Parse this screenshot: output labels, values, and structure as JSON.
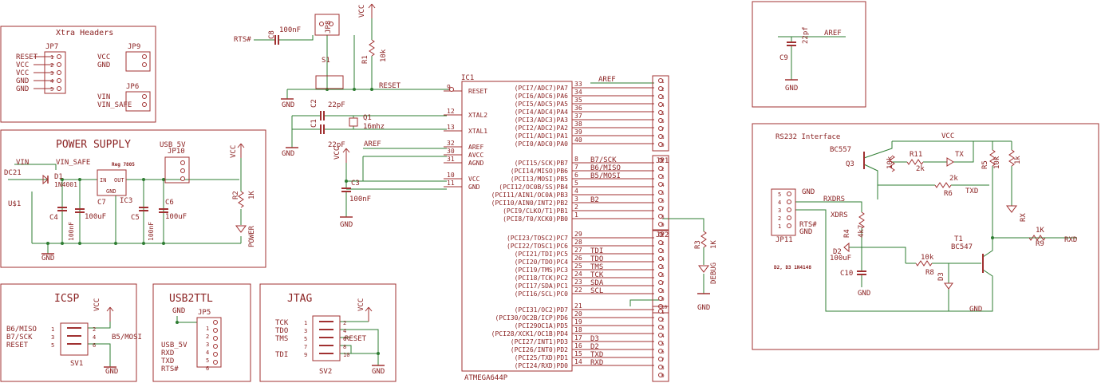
{
  "colors": {
    "frame": "#a03030",
    "wire": "#2e7d32",
    "text": "#8b2323",
    "pin": "#a03030"
  },
  "blocks": {
    "xtra": {
      "title": "Xtra Headers",
      "jp7": "JP7",
      "jp7_pins": [
        "RESET",
        "VCC",
        "VCC",
        "GND",
        "GND"
      ],
      "jp9": "JP9",
      "jp9_pins": [
        "VCC",
        "GND"
      ],
      "jp6": "JP6",
      "jp6_pins": [
        "VIN",
        "VIN_SAFE"
      ]
    },
    "power": {
      "title": "POWER SUPPLY",
      "vin": "VIN",
      "vin_safe": "VIN_SAFE",
      "dc": "DC21",
      "d1": "D1",
      "d1v": "1N4001",
      "reg": "Reg 7805",
      "in": "IN",
      "out": "OUT",
      "gnd": "GND",
      "ic3": "IC3",
      "usb5v": "USB_5V",
      "jp10": "JP10",
      "vcc": "VCC",
      "c4": "C4",
      "c4v": "100nF",
      "c7": "C7",
      "c7v": "100uF",
      "c5": "C5",
      "c5v": "100nF",
      "c6": "C6",
      "c6v": "100uF",
      "r2": "R2",
      "r2v": "1K",
      "power_led": "POWER",
      "us1": "U$1"
    },
    "top": {
      "rts": "RTS#",
      "c8": "C8",
      "c8v": "100nF",
      "jp8": "JP8",
      "vcc": "VCC",
      "r1": "R1",
      "r1v": "10k",
      "s1": "S1",
      "reset": "RESET",
      "gnd": "GND",
      "c2": "C2",
      "c2v": "22pF",
      "c1": "C1",
      "c1v": "22pF",
      "q1": "Q1",
      "q1v": "16mhz",
      "aref": "AREF",
      "c3": "C3",
      "c3v": "100nF"
    },
    "ic": {
      "name": "IC1",
      "part": "ATMEGA644P",
      "left_pins": [
        {
          "name": "RESET",
          "num": "9"
        },
        {
          "name": "XTAL2",
          "num": "12"
        },
        {
          "name": "XTAL1",
          "num": "13"
        },
        {
          "name": "AREF",
          "num": "32"
        },
        {
          "name": "AVCC",
          "num": "30"
        },
        {
          "name": "AGND",
          "num": "31"
        },
        {
          "name": "VCC",
          "num": "10"
        },
        {
          "name": "GND",
          "num": "11"
        }
      ],
      "port_a": [
        {
          "name": "(PCI7/ADC7)PA7",
          "num": "33"
        },
        {
          "name": "(PCI6/ADC6)PA6",
          "num": "34"
        },
        {
          "name": "(PCI5/ADC5)PA5",
          "num": "35"
        },
        {
          "name": "(PCI4/ADC4)PA4",
          "num": "36"
        },
        {
          "name": "(PCI3/ADC3)PA3",
          "num": "37"
        },
        {
          "name": "(PCI2/ADC2)PA2",
          "num": "38"
        },
        {
          "name": "(PCI1/ADC1)PA1",
          "num": "39"
        },
        {
          "name": "(PCI0/ADC0)PA0",
          "num": "40"
        }
      ],
      "port_b": [
        {
          "name": "(PCI15/SCK)PB7",
          "num": "8",
          "net": "B7/SCK"
        },
        {
          "name": "(PCI14/MISO)PB6",
          "num": "7",
          "net": "B6/MISO"
        },
        {
          "name": "(PCI13/MOSI)PB5",
          "num": "6",
          "net": "B5/MOSI"
        },
        {
          "name": "(PCI12/OC0B/SS)PB4",
          "num": "5",
          "net": ""
        },
        {
          "name": "(PCI11/AIN1/OC0A)PB3",
          "num": "4",
          "net": ""
        },
        {
          "name": "(PCI10/AIN0/INT2)PB2",
          "num": "3",
          "net": "B2"
        },
        {
          "name": "(PCI9/CLKO/T1)PB1",
          "num": "2",
          "net": ""
        },
        {
          "name": "(PCI8/T0/XCK0)PB0",
          "num": "1",
          "net": ""
        }
      ],
      "port_c": [
        {
          "name": "(PCI23/TOSC2)PC7",
          "num": "29",
          "net": ""
        },
        {
          "name": "(PCI22/TOSC1)PC6",
          "num": "28",
          "net": ""
        },
        {
          "name": "(PCI21/TDI)PC5",
          "num": "27",
          "net": "TDI"
        },
        {
          "name": "(PCI20/TDO)PC4",
          "num": "26",
          "net": "TDO"
        },
        {
          "name": "(PCI19/TMS)PC3",
          "num": "25",
          "net": "TMS"
        },
        {
          "name": "(PCI18/TCK)PC2",
          "num": "24",
          "net": "TCK"
        },
        {
          "name": "(PCI17/SDA)PC1",
          "num": "23",
          "net": "SDA"
        },
        {
          "name": "(PCI16/SCL)PC0",
          "num": "22",
          "net": "SCL"
        }
      ],
      "port_d": [
        {
          "name": "(PCI31/OC2)PD7",
          "num": "21",
          "net": ""
        },
        {
          "name": "(PCI30/OC2B/ICP)PD6",
          "num": "20",
          "net": ""
        },
        {
          "name": "(PCI29OC1A)PD5",
          "num": "19",
          "net": ""
        },
        {
          "name": "(PCI28/XCK1/OC1B)PD4",
          "num": "18",
          "net": ""
        },
        {
          "name": "(PCI27/INT1)PD3",
          "num": "17",
          "net": "D3"
        },
        {
          "name": "(PCI26/INT0)PD2",
          "num": "16",
          "net": "D2"
        },
        {
          "name": "(PCI25/TXD)PD1",
          "num": "15",
          "net": "TXD"
        },
        {
          "name": "(PCI24/RXD)PD0",
          "num": "14",
          "net": "RXD"
        }
      ],
      "aref_net": "AREF"
    },
    "headers_right": {
      "jp1": "JP1",
      "jp2": "JP2",
      "r3": "R3",
      "r3v": "1K",
      "debug": "DEBUG",
      "gnd": "GND",
      "pin_nums": [
        "1",
        "2",
        "3",
        "4",
        "5",
        "6",
        "7",
        "8"
      ],
      "top_nums": [
        "8",
        "7",
        "6",
        "5",
        "4",
        "3",
        "2",
        "1"
      ]
    },
    "icsp": {
      "title": "ICSP",
      "vcc": "VCC",
      "gnd": "GND",
      "sv1": "SV1",
      "left": [
        "B6/MISO",
        "B7/SCK",
        "RESET"
      ],
      "right": [
        "B5/MOSI"
      ],
      "pins_l": [
        "1",
        "3",
        "5"
      ],
      "pins_r": [
        "2",
        "4",
        "6"
      ]
    },
    "usb2ttl": {
      "title": "USB2TTL",
      "jp5": "JP5",
      "labels": [
        "GND",
        "",
        "USB_5V",
        "RXD",
        "TXD",
        "RTS#"
      ],
      "nums": [
        "1",
        "2",
        "3",
        "4",
        "5",
        "6"
      ]
    },
    "jtag": {
      "title": "JTAG",
      "sv2": "SV2",
      "vcc": "VCC",
      "gnd": "GND",
      "reset": "RESET",
      "left": [
        "TCK",
        "TDO",
        "TMS",
        "",
        "TDI"
      ],
      "pins_l": [
        "1",
        "3",
        "5",
        "7",
        "9"
      ],
      "pins_r": [
        "2",
        "4",
        "6",
        "8",
        "10"
      ]
    },
    "aref_box": {
      "c9": "C9",
      "c9v": "22pf",
      "aref": "AREF",
      "gnd": "GND"
    },
    "rs232": {
      "title": "RS232 Interface",
      "vcc": "VCC",
      "bc557": "BC557",
      "q3": "Q3",
      "r11": "R11",
      "r11v": "2k",
      "tx": "TX",
      "r6v": "2k",
      "r6": "R6",
      "txd": "TXD",
      "r10v": "10k",
      "r5": "R5",
      "r5v": "10k",
      "r9r": "1k",
      "gnd": "GND",
      "xdrs": "XDRS",
      "rxdrs": "RXDRS",
      "rts": "RTS#",
      "jp11": "JP11",
      "r4": "R4",
      "r4v": "4k7",
      "d2": "D2",
      "c10v": "100uF",
      "c10": "C10",
      "note": "D2, D3 1N4148",
      "r8v": "10k",
      "r8": "R8",
      "d3": "D3",
      "t1": "T1",
      "bc547": "BC547",
      "rx": "RX",
      "r9v": "1K",
      "r9": "R9",
      "rxd": "RXD"
    }
  }
}
